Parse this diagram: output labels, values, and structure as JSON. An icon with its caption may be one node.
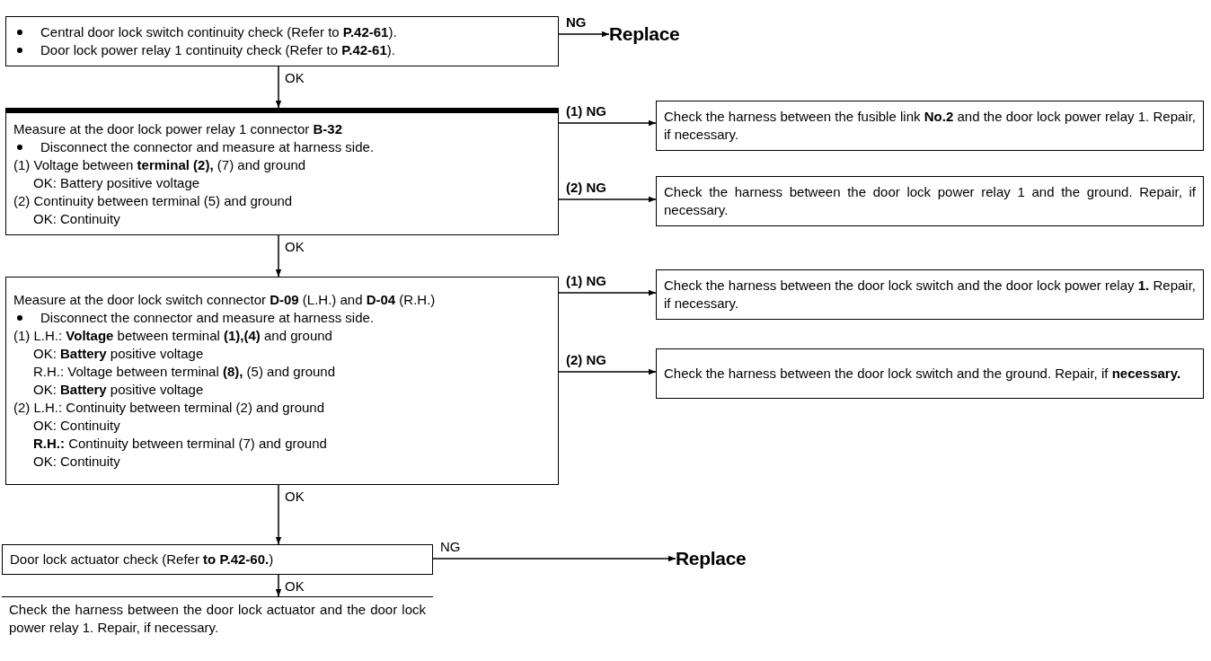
{
  "diagram": {
    "nodes": [
      {
        "text": [
          "Central door lock switch continuity check (Refer to **P.42-61**).",
          "Door lock power relay 1 continuity check (Refer to **P.42-61**)."
        ]
      },
      {
        "text": [
          "Replace"
        ]
      },
      {
        "text": [
          "Measure at the door lock power relay 1 connector **B-32**",
          "Disconnect the connector and measure at harness side.",
          "(1) Voltage between **terminal (2),** (7) and ground",
          "OK: Battery positive voltage",
          "(2) Continuity between terminal (5) and ground",
          "OK: Continuity"
        ]
      },
      {
        "text": [
          "Check the harness between the fusible link **No.2** and the door lock power relay 1. Repair, if necessary."
        ]
      },
      {
        "text": [
          "Check the harness between the door lock power relay 1 and the ground. Repair, if necessary."
        ]
      },
      {
        "text": [
          "Measure at the door lock switch connector **D-09** (L.H.) and **D-04** (R.H.)",
          "Disconnect the connector and measure at harness side.",
          "(1) L.H.: **Voltage** between terminal **(1),(4)** and ground",
          "OK: **Battery** positive voltage",
          "R.H.: Voltage between terminal **(8),** (5) and ground",
          "OK: **Battery** positive voltage",
          "(2) L.H.: Continuity between terminal (2) and ground",
          "OK: Continuity",
          "**R.H.:** Continuity between terminal (7) and ground",
          "OK: Continuity"
        ]
      },
      {
        "text": [
          "Check the harness between the door lock switch and the door lock power relay **1.** Repair, if necessary."
        ]
      },
      {
        "text": [
          "Check the harness between the door lock switch and the ground. Repair, if **necessary.**"
        ]
      },
      {
        "text": [
          "Door lock actuator check (Refer **to P.42-60.**)"
        ]
      },
      {
        "text": [
          "Replace"
        ]
      },
      {
        "text": [
          "Check the harness between the door lock actuator and the door lock power relay 1. Repair, if necessary."
        ]
      }
    ],
    "edges": [
      {
        "from": 0,
        "to": 1,
        "arrow": "to",
        "label": "NG"
      },
      {
        "from": 0,
        "to": 2,
        "arrow": "to",
        "label": "OK"
      },
      {
        "from": 2,
        "to": 3,
        "arrow": "to",
        "label": "(1) NG"
      },
      {
        "from": 2,
        "to": 4,
        "arrow": "to",
        "label": "(2) NG"
      },
      {
        "from": 2,
        "to": 5,
        "arrow": "to",
        "label": "OK"
      },
      {
        "from": 5,
        "to": 6,
        "arrow": "to",
        "label": "(1) NG"
      },
      {
        "from": 5,
        "to": 7,
        "arrow": "to",
        "label": "(2) NG"
      },
      {
        "from": 5,
        "to": 8,
        "arrow": "to",
        "label": "OK"
      },
      {
        "from": 8,
        "to": 9,
        "arrow": "to",
        "label": "NG"
      },
      {
        "from": 8,
        "to": 10,
        "arrow": "to",
        "label": "OK"
      }
    ]
  }
}
